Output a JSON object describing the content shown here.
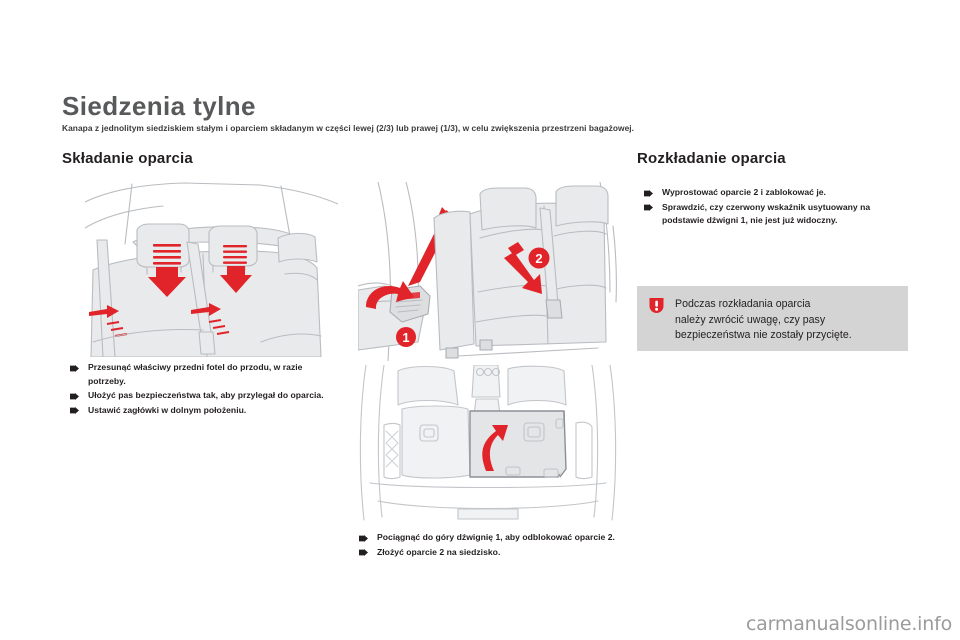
{
  "page": {
    "title": "Siedzenia tylne",
    "subtitle": "Kanapa z jednolitym siedziskiem stałym i oparciem składanym w części lewej (2/3) lub prawej (1/3), w celu zwiększenia przestrzeni bagażowej.",
    "background_color": "#000000",
    "sheet_color": "#ffffff",
    "title_color": "#58595b",
    "accent_color": "#e1242a"
  },
  "columns": {
    "left": {
      "heading": "Składanie oparcia",
      "figure_name": "rear-seat-headrests-illustration",
      "bullets": [
        "Przesunąć właściwy przedni fotel do przodu, w razie potrzeby.",
        "Ułożyć pas bezpieczeństwa tak, aby przylegał do oparcia.",
        "Ustawić zagłówki w dolnym położeniu."
      ]
    },
    "middle": {
      "figure_top_name": "seat-release-lever-illustration",
      "figure_bottom_name": "folded-seat-boot-illustration",
      "callouts": [
        "1",
        "2"
      ],
      "bullets": [
        "Pociągnąć do góry dźwignię 1, aby odblokować oparcie 2.",
        "Złożyć oparcie 2 na siedzisko."
      ]
    },
    "right": {
      "heading": "Rozkładanie oparcia",
      "bullets": [
        "Wyprostować oparcie 2 i zablokować je.",
        "Sprawdzić, czy czerwony wskaźnik usytuowany na podstawie dźwigni 1, nie jest już widoczny."
      ],
      "warning": {
        "icon": "warning-exclamation-icon",
        "icon_color": "#e1242a",
        "background_color": "#d4d4d4",
        "text": "Podczas rozkładania oparcia\nnależy zwrócić uwagę, czy pasy\nbezpieczeństwa nie zostały przycięte."
      }
    }
  },
  "watermark": {
    "text": "carmanualsonline.info",
    "color": "#9b9b9b"
  }
}
